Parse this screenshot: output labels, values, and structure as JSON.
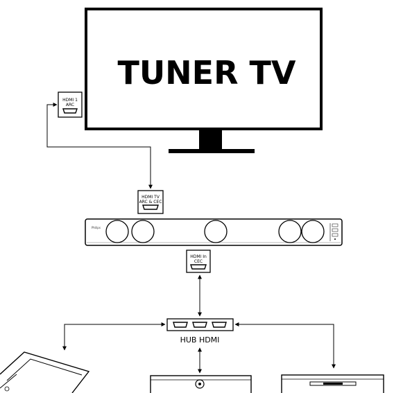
{
  "tv": {
    "title": "TUNER TV"
  },
  "ports": {
    "tv_port": {
      "line1": "HDMI 1",
      "line2": "ARC"
    },
    "soundbar_in": {
      "line1": "HDMI TV",
      "line2": "ARC & CEC"
    },
    "soundbar_out": {
      "line1": "HDMI In",
      "line2": "CEC"
    }
  },
  "soundbar": {
    "brand": "Philips"
  },
  "hub": {
    "label": "HUB HDMI"
  }
}
